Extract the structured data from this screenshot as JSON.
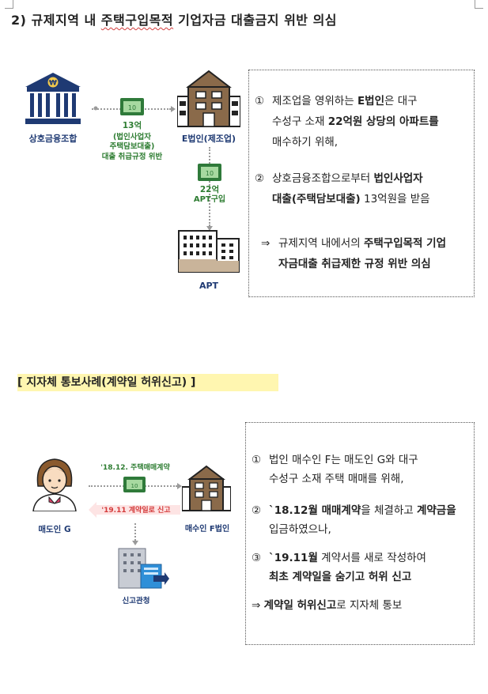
{
  "section1": {
    "title_prefix": "2)",
    "title_part1": "규제지역 내 ",
    "title_squiggle": "주택구입목적",
    "title_part2": " 기업자금 대출금지 위반 의심",
    "diagram": {
      "bank_label": "상호금융조합",
      "loan_amount": "13억",
      "loan_desc_line1": "(법인사업자",
      "loan_desc_line2": "주택담보대출)",
      "loan_desc_line3": "대출 취급규정 위반",
      "company_label": "E법인(제조업)",
      "purchase_amount": "22억",
      "purchase_desc": "APT구입",
      "apt_label": "APT"
    },
    "items": [
      {
        "num": "①",
        "line1_a": "제조업을 영위하는 ",
        "line1_b": "E법인",
        "line1_c": "은 대구",
        "line2_a": "수성구 소재 ",
        "line2_b": "22억원 상당의 아파트를",
        "line3": "매수하기 위해,"
      },
      {
        "num": "②",
        "line1_a": "상호금융조합으로부터 ",
        "line1_b": "법인사업자",
        "line2_a": "대출(주택담보대출)",
        "line2_b": " 13억원을 받음"
      },
      {
        "num": "⇒",
        "line1_a": "규제지역 내에서의 ",
        "line1_b": "주택구입목적 기업",
        "line2": "자금대출 취급제한 규정 위반 의심"
      }
    ]
  },
  "section2": {
    "title": "[ 지자체 통보사례(계약일 허위신고) ]",
    "diagram": {
      "seller_label": "매도인 G",
      "contract_label": "'18.12. 주택매매계약",
      "false_report_label": "'19.11 계약일로 신고",
      "buyer_label": "매수인 F법인",
      "office_label": "신고관청"
    },
    "items": [
      {
        "num": "①",
        "line1": "법인 매수인 F는 매도인 G와 대구",
        "line2": "수성구 소재 주택 매매를 위해,"
      },
      {
        "num": "②",
        "line1_a": "`18.12월 매매계약",
        "line1_b": "을 체결하고 ",
        "line1_c": "계약금을",
        "line2": "입금하였으나,"
      },
      {
        "num": "③",
        "line1_a": "`19.11월",
        "line1_b": " 계약서를 새로 작성하여",
        "line2": "최초 계약일을 숨기고 허위 신고"
      },
      {
        "num": "⇒",
        "line1_a": "계약일 허위신고",
        "line1_b": "로 지자체 통보"
      }
    ]
  },
  "colors": {
    "bank_blue": "#1f3a73",
    "building_brown": "#8a6a4a",
    "money_green": "#2f7a3a",
    "label_green": "#2e7d32",
    "report_red": "#d43a3a",
    "highlight_yellow": "#fff6b0"
  }
}
